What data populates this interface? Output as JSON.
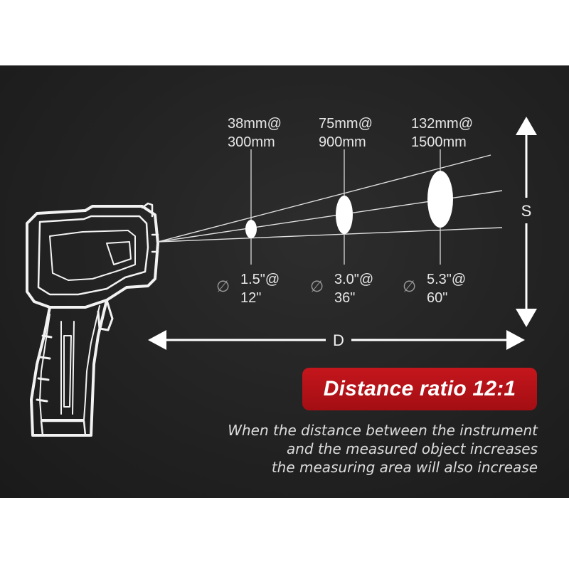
{
  "colors": {
    "background": "#222222",
    "badge": "#b5121b",
    "text": "#e6e6e6",
    "lines": "#e0e0e0"
  },
  "spots": [
    {
      "metric": [
        "38mm@",
        "300mm"
      ],
      "imperial": [
        "1.5\"@",
        "12\""
      ],
      "diameter_symbol": "∅"
    },
    {
      "metric": [
        "75mm@",
        "900mm"
      ],
      "imperial": [
        "3.0\"@",
        "36\""
      ],
      "diameter_symbol": "∅"
    },
    {
      "metric": [
        "132mm@",
        "1500mm"
      ],
      "imperial": [
        "5.3\"@",
        "60\""
      ],
      "diameter_symbol": "∅"
    }
  ],
  "axes": {
    "spot_size_label": "S",
    "distance_label": "D"
  },
  "badge": {
    "text": "Distance ratio 12:1"
  },
  "caption": {
    "lines": [
      "When the distance between the instrument",
      "and the measured object increases",
      "the measuring area will also increase"
    ]
  },
  "icons": [
    "infrared-thermometer-icon",
    "diameter-icon",
    "double-arrow-icon"
  ]
}
